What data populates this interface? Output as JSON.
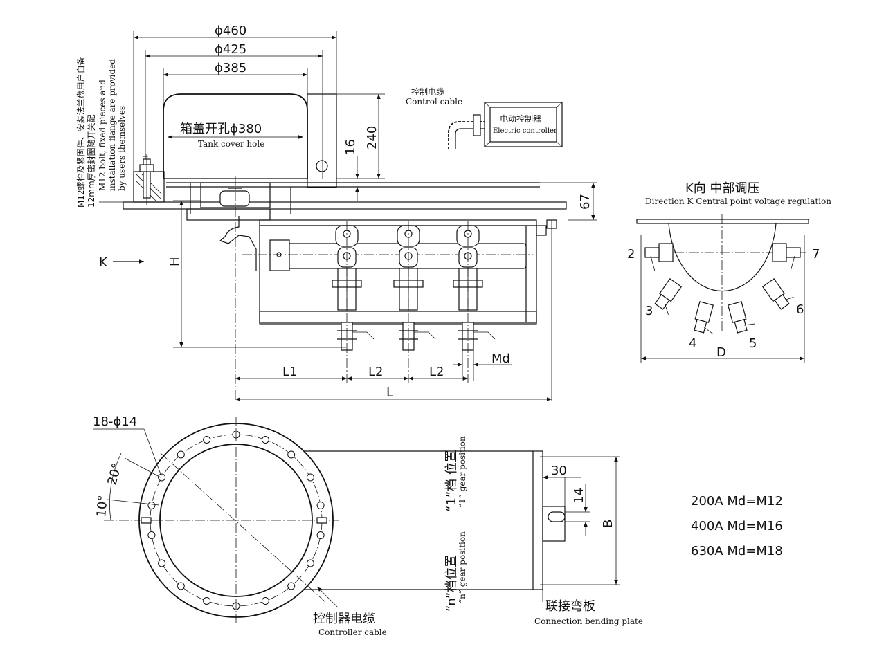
{
  "top_view": {
    "dims": {
      "d460": "ϕ460",
      "d425": "ϕ425",
      "d385": "ϕ385",
      "h240": "240",
      "h16": "16",
      "h67": "67",
      "H": "H",
      "L1": "L1",
      "L2a": "L2",
      "L2b": "L2",
      "Md": "Md",
      "L": "L"
    },
    "tank_hole_cn": "箱盖开孔ϕ380",
    "tank_hole_en": "Tank cover hole",
    "note_cn_1": "M12螺栓及紧固件、安装法兰盘用户自备",
    "note_cn_2": "12mm厚密封圈随开关配",
    "note_en_1": "M12 bolt, fixed pieces and",
    "note_en_2": "installation flange are provided",
    "note_en_3": "by users themselves",
    "k_arrow": "K",
    "control_cable_cn": "控制电缆",
    "control_cable_en": "Control cable",
    "controller_cn": "电动控制器",
    "controller_en": "Electric controller"
  },
  "k_view": {
    "title_cn": "K向 中部调压",
    "title_en": "Direction K Central point voltage regulation",
    "terminals": [
      "2",
      "3",
      "4",
      "5",
      "6",
      "7"
    ],
    "dim_D": "D"
  },
  "bottom_view": {
    "holes": "18-ϕ14",
    "angle_20": "20°",
    "angle_10": "10°",
    "gear1_cn": "“1”档 位置",
    "gear1_en": "“1” gear position",
    "gearn_cn": "“n”档位置",
    "gearn_en": "“n” gear position",
    "controller_cable_cn": "控制器电缆",
    "controller_cable_en": "Controller cable",
    "plate_cn": "联接弯板",
    "plate_en": "Connection bending plate",
    "dim_30": "30",
    "dim_14": "14",
    "dim_B": "B"
  },
  "md_table": [
    "200A Md=M12",
    "400A Md=M16",
    "630A Md=M18"
  ]
}
